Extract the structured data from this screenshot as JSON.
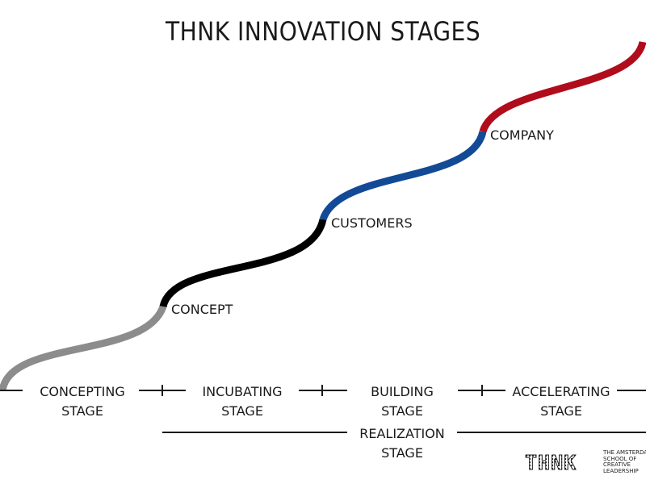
{
  "title": "THNK INNOVATION STAGES",
  "curve_segments": [
    {
      "name": "concepting",
      "color": "#8c8c8c"
    },
    {
      "name": "concept",
      "color": "#000000"
    },
    {
      "name": "customers",
      "color": "#124a96"
    },
    {
      "name": "company",
      "color": "#b00c1c"
    }
  ],
  "milestones": {
    "concept": "CONCEPT",
    "customers": "CUSTOMERS",
    "company": "COMPANY"
  },
  "stages": {
    "concepting": [
      "CONCEPTING",
      "STAGE"
    ],
    "incubating": [
      "INCUBATING",
      "STAGE"
    ],
    "building": [
      "BUILDING",
      "STAGE"
    ],
    "accelerating": [
      "ACCELERATING",
      "STAGE"
    ],
    "realization": [
      "REALIZATION",
      "STAGE"
    ]
  },
  "logo": {
    "wordmark": "THNK",
    "tagline": [
      "THE AMSTERDAM",
      "SCHOOL OF",
      "CREATIVE",
      "LEADERSHIP"
    ]
  }
}
